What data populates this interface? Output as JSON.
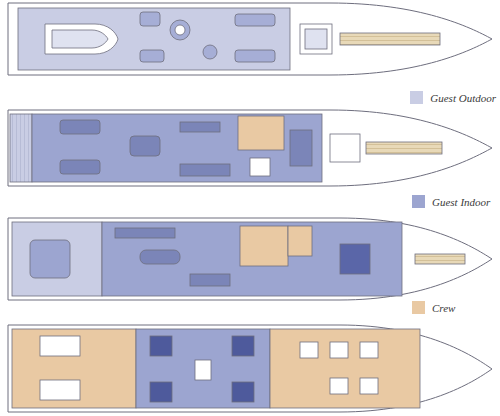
{
  "diagram": {
    "legend": [
      {
        "text": "Guest Outdoor",
        "color": "#c9cde4"
      },
      {
        "text": "Guest Indoor",
        "color": "#9ca5d0"
      },
      {
        "text": "Crew",
        "color": "#e9c9a3"
      }
    ]
  }
}
